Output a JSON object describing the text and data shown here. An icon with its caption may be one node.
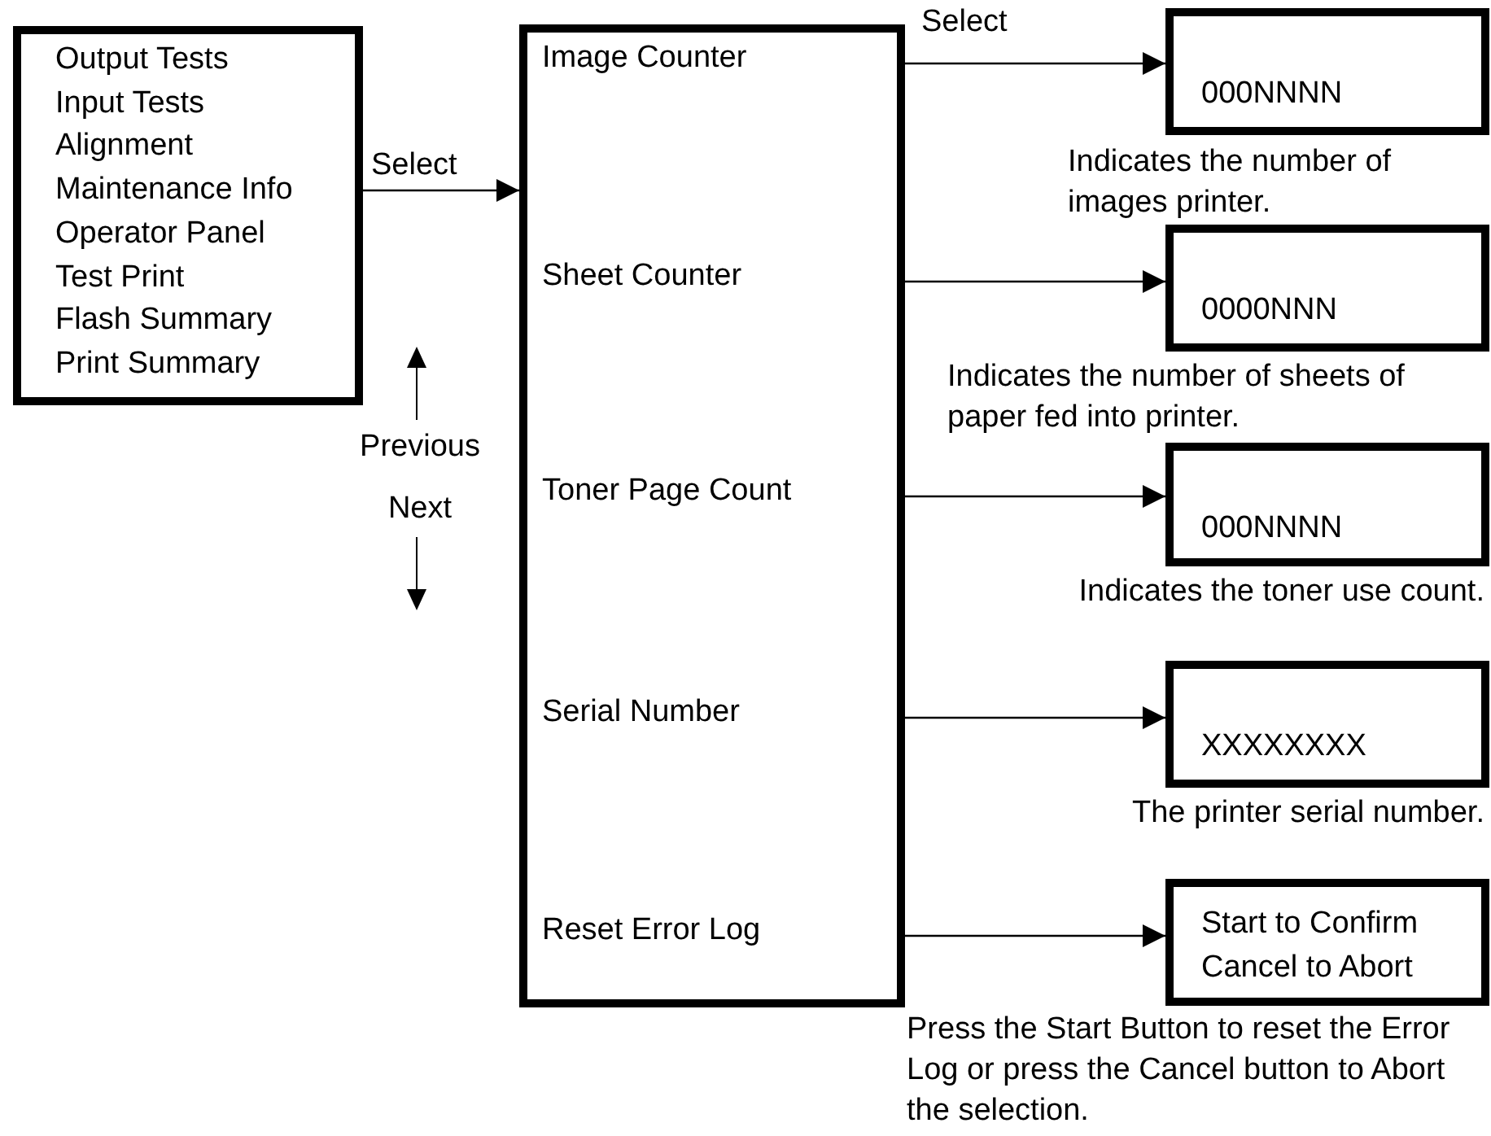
{
  "diagram": {
    "nodes": [
      {
        "text": [
          "Output Tests",
          "Input Tests",
          "Alignment",
          "Maintenance Info",
          "Operator Panel",
          "Test Print",
          "Flash Summary",
          "Print Summary"
        ]
      },
      {
        "text": [
          "Image Counter",
          "Sheet Counter",
          "Toner Page Count",
          "Serial Number",
          "Reset Error Log"
        ]
      },
      {
        "text": [
          "000NNNN"
        ],
        "beside": [
          "Indicates the number of images printer."
        ]
      },
      {
        "text": [
          "0000NNN"
        ],
        "beside": [
          "Indicates the number of sheets of paper fed into printer."
        ]
      },
      {
        "text": [
          "000NNNN"
        ],
        "beside": [
          "Indicates the toner use count."
        ]
      },
      {
        "text": [
          "XXXXXXXX"
        ],
        "beside": [
          "The printer serial number."
        ]
      },
      {
        "text": [
          "Start to Confirm",
          "Cancel to Abort"
        ],
        "beside": [
          "Press the Start Button to reset the Error Log or press the Cancel button to Abort the selection."
        ]
      }
    ],
    "edges": [
      {
        "from": 0,
        "to": 1,
        "arrow": "to",
        "label": "Select"
      },
      {
        "from": 1,
        "to": 2,
        "arrow": "to",
        "label": "Select"
      },
      {
        "from": 1,
        "to": 3,
        "arrow": "to"
      },
      {
        "from": 1,
        "to": 4,
        "arrow": "to"
      },
      {
        "from": 1,
        "to": 5,
        "arrow": "to"
      },
      {
        "from": 1,
        "to": 6,
        "arrow": "to"
      }
    ],
    "labels": [
      "Previous",
      "Next"
    ]
  }
}
